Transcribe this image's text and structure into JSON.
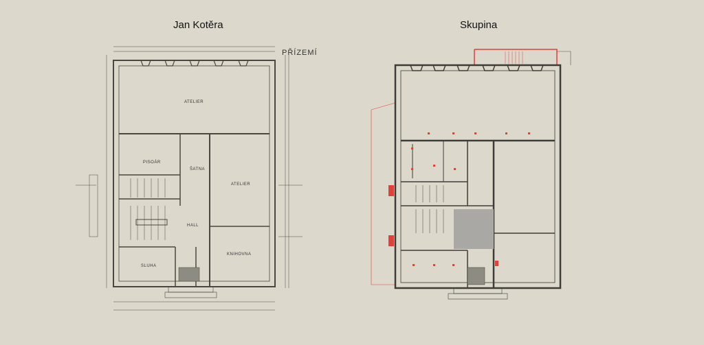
{
  "left": {
    "title": "Jan Kotěra",
    "sheet_label": "PŘÍZEMÍ",
    "rooms": {
      "atelier_top": "ATELIER",
      "satna": "ŠATNA",
      "pisoar": "PISOÁR",
      "atelier_mid": "ATELIER",
      "hall": "HALL",
      "sluha": "SLUHA",
      "knihovna": "KNIHOVNA"
    }
  },
  "right": {
    "title": "Skupina"
  },
  "colors": {
    "background": "#dcd8cc",
    "line": "#4a4740",
    "accent": "#e0413a",
    "fill_gray": "#a9a8a4"
  }
}
